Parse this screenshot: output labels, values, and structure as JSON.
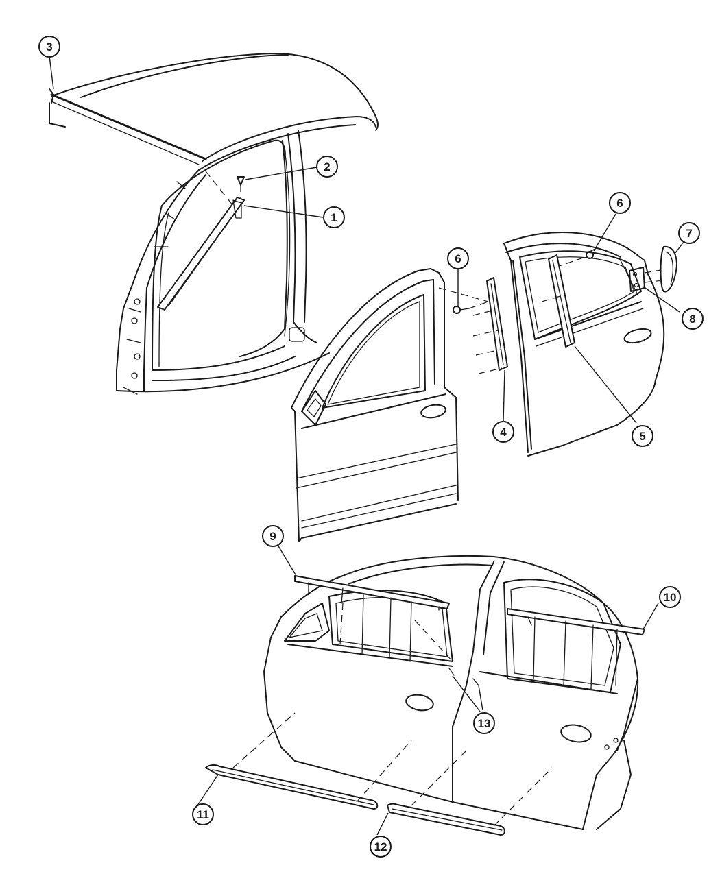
{
  "callouts": {
    "c1": "1",
    "c2": "2",
    "c3": "3",
    "c4": "4",
    "c5": "5",
    "c6a": "6",
    "c6b": "6",
    "c7": "7",
    "c8": "8",
    "c9": "9",
    "c10": "10",
    "c11": "11",
    "c12": "12",
    "c13": "13"
  }
}
